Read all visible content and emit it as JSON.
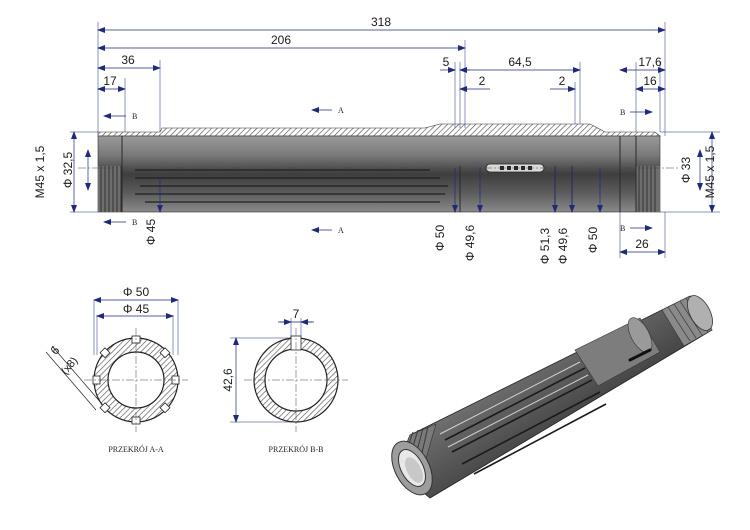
{
  "top_dimensions": {
    "overall_length": "318",
    "length_206": "206",
    "length_36": "36",
    "length_17": "17",
    "length_5": "5",
    "length_2a": "2",
    "length_64_5": "64,5",
    "length_2b": "2",
    "length_17_6": "17,6",
    "length_16": "16",
    "length_26": "26"
  },
  "thread_left": "M45 x 1,5",
  "thread_right": "M45 x 1,5",
  "diameters": {
    "d32_5": "Φ 32,5",
    "d33": "Φ 33",
    "d45": "Φ 45",
    "d50a": "Φ 50",
    "d49_6a": "Φ 49,6",
    "d51_3": "Φ 51,3",
    "d49_6b": "Φ 49,6",
    "d50b": "Φ 50"
  },
  "section_markers": {
    "a": "A",
    "b": "B"
  },
  "section_a": {
    "d50": "Φ 50",
    "d45": "Φ 45",
    "spline_count": "(x8)",
    "spline_width": "6",
    "caption": "PRZEKRÓJ A-A"
  },
  "section_b": {
    "keyway_width": "7",
    "depth": "42,6",
    "caption": "PRZEKRÓJ B-B"
  },
  "colors": {
    "dimension_line": "#1f2a7a",
    "shaft_body": "#6c6c6c",
    "hatch": "#555555"
  }
}
